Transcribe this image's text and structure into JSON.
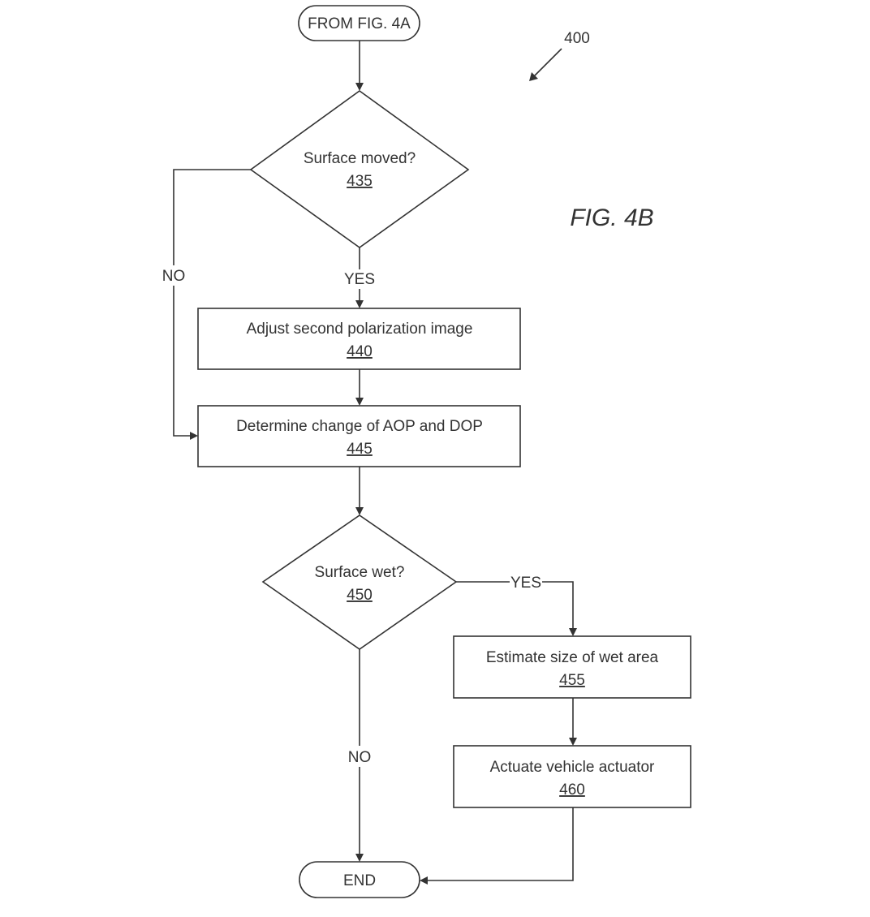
{
  "figure": {
    "number": "400",
    "label": "FIG. 4B"
  },
  "nodes": {
    "start": {
      "label": "FROM FIG. 4A"
    },
    "surface_moved": {
      "label": "Surface moved?",
      "ref": "435"
    },
    "adjust": {
      "label": "Adjust second polarization image",
      "ref": "440"
    },
    "determine": {
      "label": "Determine change of AOP and DOP",
      "ref": "445"
    },
    "surface_wet": {
      "label": "Surface wet?",
      "ref": "450"
    },
    "estimate": {
      "label": "Estimate size of wet area",
      "ref": "455"
    },
    "actuate": {
      "label": "Actuate vehicle actuator",
      "ref": "460"
    },
    "end": {
      "label": "END"
    }
  },
  "edges": {
    "moved_yes": "YES",
    "moved_no": "NO",
    "wet_yes": "YES",
    "wet_no": "NO"
  }
}
